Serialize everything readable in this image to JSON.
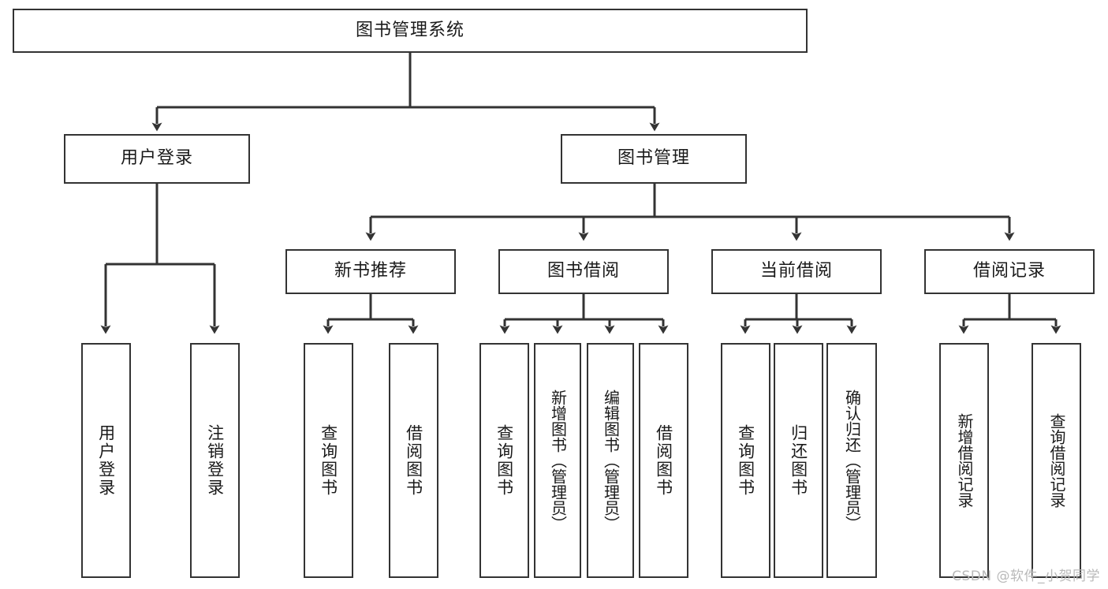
{
  "diagram": {
    "type": "tree-hierarchy",
    "title": "图书管理系统",
    "watermark": "CSDN @软件_小贺同学",
    "colors": {
      "box_stroke": "#333333",
      "box_fill": "#ffffff",
      "connector": "#333333",
      "text": "#1a1a1a",
      "watermark": "#b9b9b9",
      "background": "#ffffff"
    },
    "levels": {
      "root": {
        "label": "图书管理系统"
      },
      "level2": [
        {
          "label": "用户登录"
        },
        {
          "label": "图书管理"
        }
      ],
      "level3": [
        {
          "label": "新书推荐"
        },
        {
          "label": "图书借阅"
        },
        {
          "label": "当前借阅"
        },
        {
          "label": "借阅记录"
        }
      ]
    },
    "nodes": {
      "root": {
        "label": "图书管理系统",
        "orientation": "horizontal"
      },
      "user_login": {
        "label": "用户登录",
        "orientation": "horizontal"
      },
      "book_mgmt": {
        "label": "图书管理",
        "orientation": "horizontal"
      },
      "new_book_rec": {
        "label": "新书推荐",
        "orientation": "horizontal"
      },
      "book_borrow": {
        "label": "图书借阅",
        "orientation": "horizontal"
      },
      "current_borrow": {
        "label": "当前借阅",
        "orientation": "horizontal"
      },
      "borrow_record": {
        "label": "借阅记录",
        "orientation": "horizontal"
      },
      "leaf_user_login": {
        "label": "用户登录",
        "orientation": "vertical"
      },
      "leaf_user_logout": {
        "label": "注销登录",
        "orientation": "vertical"
      },
      "leaf_query_book_1": {
        "label": "查询图书",
        "orientation": "vertical"
      },
      "leaf_borrow_book_1": {
        "label": "借阅图书",
        "orientation": "vertical"
      },
      "leaf_query_book_2": {
        "label": "查询图书",
        "orientation": "vertical"
      },
      "leaf_add_book": {
        "label": "新增图书（管理员）",
        "orientation": "vertical"
      },
      "leaf_edit_book": {
        "label": "编辑图书（管理员）",
        "orientation": "vertical"
      },
      "leaf_borrow_book_2": {
        "label": "借阅图书",
        "orientation": "vertical"
      },
      "leaf_query_book_3": {
        "label": "查询图书",
        "orientation": "vertical"
      },
      "leaf_return_book": {
        "label": "归还图书",
        "orientation": "vertical"
      },
      "leaf_confirm_return": {
        "label": "确认归还（管理员）",
        "orientation": "vertical"
      },
      "leaf_add_record": {
        "label": "新增借阅记录",
        "orientation": "vertical"
      },
      "leaf_query_record": {
        "label": "查询借阅记录",
        "orientation": "vertical"
      }
    },
    "edges": [
      {
        "from": "root",
        "to": "user_login"
      },
      {
        "from": "root",
        "to": "book_mgmt"
      },
      {
        "from": "user_login",
        "to": "leaf_user_login"
      },
      {
        "from": "user_login",
        "to": "leaf_user_logout"
      },
      {
        "from": "book_mgmt",
        "to": "new_book_rec"
      },
      {
        "from": "book_mgmt",
        "to": "book_borrow"
      },
      {
        "from": "book_mgmt",
        "to": "current_borrow"
      },
      {
        "from": "book_mgmt",
        "to": "borrow_record"
      },
      {
        "from": "new_book_rec",
        "to": "leaf_query_book_1"
      },
      {
        "from": "new_book_rec",
        "to": "leaf_borrow_book_1"
      },
      {
        "from": "book_borrow",
        "to": "leaf_query_book_2"
      },
      {
        "from": "book_borrow",
        "to": "leaf_add_book"
      },
      {
        "from": "book_borrow",
        "to": "leaf_edit_book"
      },
      {
        "from": "book_borrow",
        "to": "leaf_borrow_book_2"
      },
      {
        "from": "current_borrow",
        "to": "leaf_query_book_3"
      },
      {
        "from": "current_borrow",
        "to": "leaf_return_book"
      },
      {
        "from": "current_borrow",
        "to": "leaf_confirm_return"
      },
      {
        "from": "borrow_record",
        "to": "leaf_add_record"
      },
      {
        "from": "borrow_record",
        "to": "leaf_query_record"
      }
    ]
  }
}
